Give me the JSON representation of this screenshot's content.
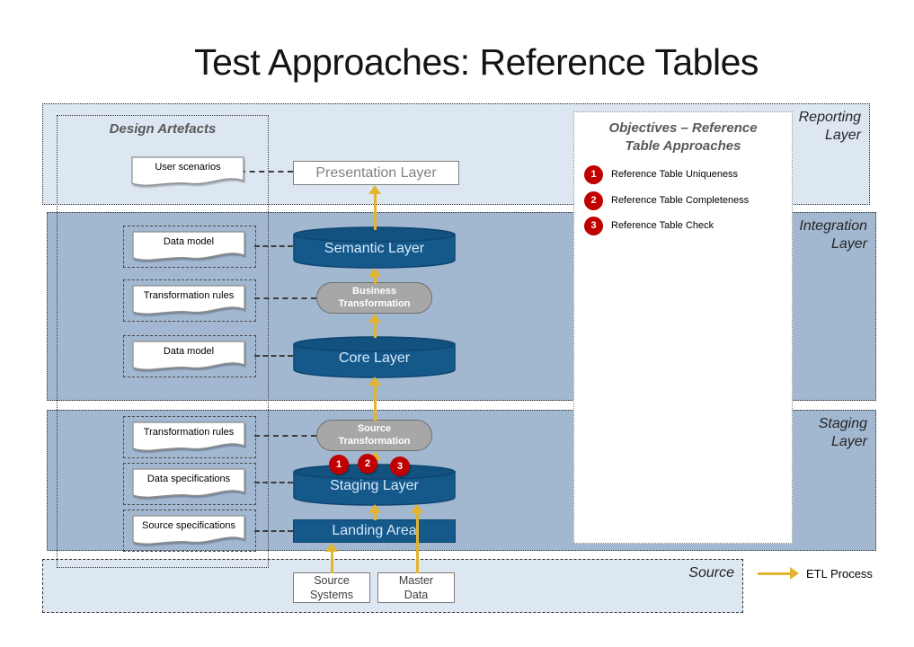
{
  "slide_title": "Test Approaches: Reference Tables",
  "colors": {
    "band_light": "#dde7f2",
    "band_medium": "#a2b7d0",
    "node_blue": "#15588a",
    "transformation_gray": "#a7a7a7",
    "accent_gold": "#e2b42f",
    "badge_red": "#c00000"
  },
  "layers": {
    "reporting": "Reporting\nLayer",
    "integration": "Integration\nLayer",
    "staging": "Staging\nLayer",
    "source": "Source"
  },
  "design_artefacts": {
    "title": "Design Artefacts",
    "docs": {
      "user_scenarios": "User scenarios",
      "integration_data_model_top": "Data model",
      "integration_transformation_rules": "Transformation rules",
      "integration_data_model_bottom": "Data model",
      "staging_transformation_rules": "Transformation rules",
      "staging_data_specifications": "Data specifications",
      "staging_source_specifications": "Source specifications"
    }
  },
  "objectives": {
    "title": "Objectives – Reference\nTable Approaches",
    "items": [
      {
        "num": "1",
        "label": "Reference Table Uniqueness"
      },
      {
        "num": "2",
        "label": "Reference Table Completeness"
      },
      {
        "num": "3",
        "label": "Reference Table Check"
      }
    ]
  },
  "nodes": {
    "presentation_layer": "Presentation Layer",
    "semantic_layer": "Semantic Layer",
    "business_transformation": {
      "line1": "Business",
      "line2": "Transformation"
    },
    "core_layer": "Core Layer",
    "source_transformation": {
      "line1": "Source",
      "line2": "Transformation"
    },
    "staging_layer": "Staging Layer",
    "landing_area": "Landing Area",
    "source_systems": {
      "line1": "Source",
      "line2": "Systems"
    },
    "master_data": {
      "line1": "Master",
      "line2": "Data"
    }
  },
  "staging_badges": [
    "1",
    "2",
    "3"
  ],
  "legend": {
    "etl_process": "ETL Process"
  }
}
